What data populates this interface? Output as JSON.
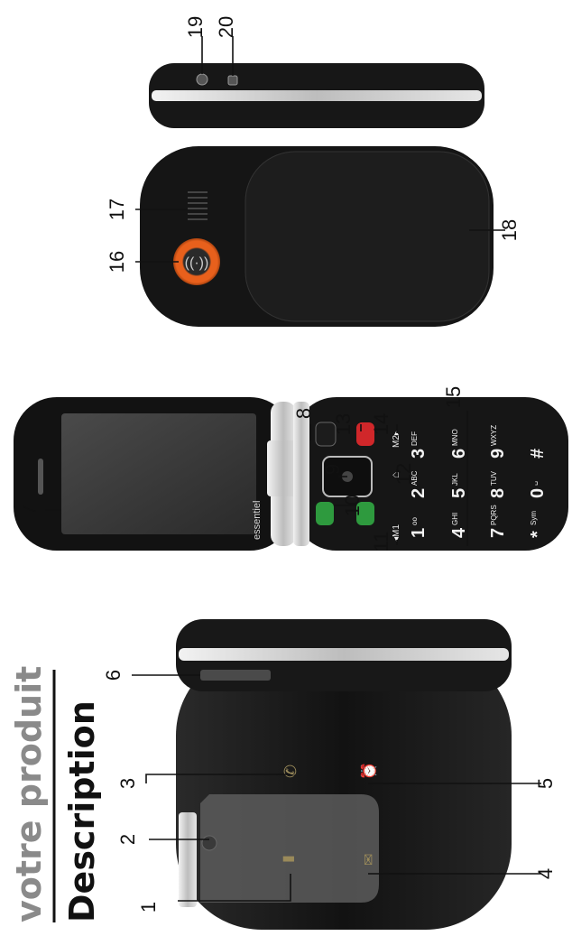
{
  "heading": {
    "section": "votre produit",
    "title": "Description"
  },
  "brand": "essentiel",
  "callouts": [
    "1",
    "2",
    "3",
    "4",
    "5",
    "6",
    "7",
    "8",
    "9",
    "10",
    "11",
    "12",
    "13",
    "14",
    "15",
    "16",
    "17",
    "18",
    "19",
    "20"
  ],
  "keypad": {
    "keys": [
      {
        "digit": "1",
        "letters": "oo"
      },
      {
        "digit": "2",
        "letters": "ABC"
      },
      {
        "digit": "3",
        "letters": "DEF"
      },
      {
        "digit": "4",
        "letters": "GHI"
      },
      {
        "digit": "5",
        "letters": "JKL"
      },
      {
        "digit": "6",
        "letters": "MNO"
      },
      {
        "digit": "7",
        "letters": "PQRS"
      },
      {
        "digit": "8",
        "letters": "TUV"
      },
      {
        "digit": "9",
        "letters": "WXYZ"
      },
      {
        "digit": "*",
        "letters": "Sym"
      },
      {
        "digit": "0",
        "letters": "␣"
      },
      {
        "digit": "#",
        "letters": ""
      }
    ],
    "memory_keys": [
      "◂M1",
      "M2▸"
    ]
  },
  "colors": {
    "accent_orange": "#e8601c",
    "call_green": "#2e9a3e",
    "end_red": "#d0272a",
    "body_black": "#141414",
    "silver": "#c8c8c8"
  }
}
